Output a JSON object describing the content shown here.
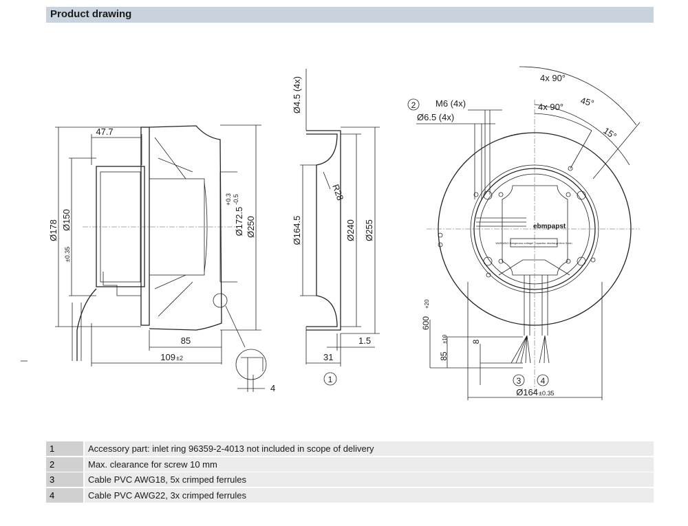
{
  "header": {
    "title": "Product drawing"
  },
  "side_view": {
    "dim_47_7": "47.7",
    "dim_178": "Ø178",
    "dim_150": "Ø150",
    "dim_150_tol": "±0.35",
    "dim_172_5": "Ø172.5",
    "dim_172_5_tol_upper": "+0.3",
    "dim_172_5_tol_lower": "-0.5",
    "dim_250": "Ø250",
    "dim_85": "85",
    "dim_109": "109",
    "dim_109_tol": "±2",
    "dim_4": "4"
  },
  "inlet_ring_view": {
    "dim_4_5": "Ø4.5 (4x)",
    "dim_r28": "R28",
    "dim_164_5": "Ø164.5",
    "dim_240": "Ø240",
    "dim_255": "Ø255",
    "dim_1_5": "1.5",
    "dim_31": "31",
    "callout": "1"
  },
  "front_view": {
    "angle_outer": "4x 90°",
    "angle_inner": "4x 90°",
    "angle_45": "45°",
    "angle_15": "15°",
    "callout_2": "2",
    "m6": "M6 (4x)",
    "dim_6_5": "Ø6.5 (4x)",
    "dim_600": "600",
    "dim_600_tol": "+20",
    "dim_85": "85",
    "dim_85_tol": "±10",
    "dim_8": "8",
    "callout_3": "3",
    "callout_4": "4",
    "dim_164": "Ø164",
    "dim_164_tol": "±0.35",
    "logo": "ebmpapst",
    "warning_label": "WARNING Dangerous voltage! Capacitor discharge time 5 min"
  },
  "notes": [
    {
      "num": "1",
      "text": "Accessory part: inlet ring 96359-2-4013 not included in scope of delivery"
    },
    {
      "num": "2",
      "text": "Max. clearance for screw 10 mm"
    },
    {
      "num": "3",
      "text": "Cable PVC AWG18, 5x crimped ferrules"
    },
    {
      "num": "4",
      "text": "Cable PVC AWG22, 3x crimped ferrules"
    }
  ]
}
